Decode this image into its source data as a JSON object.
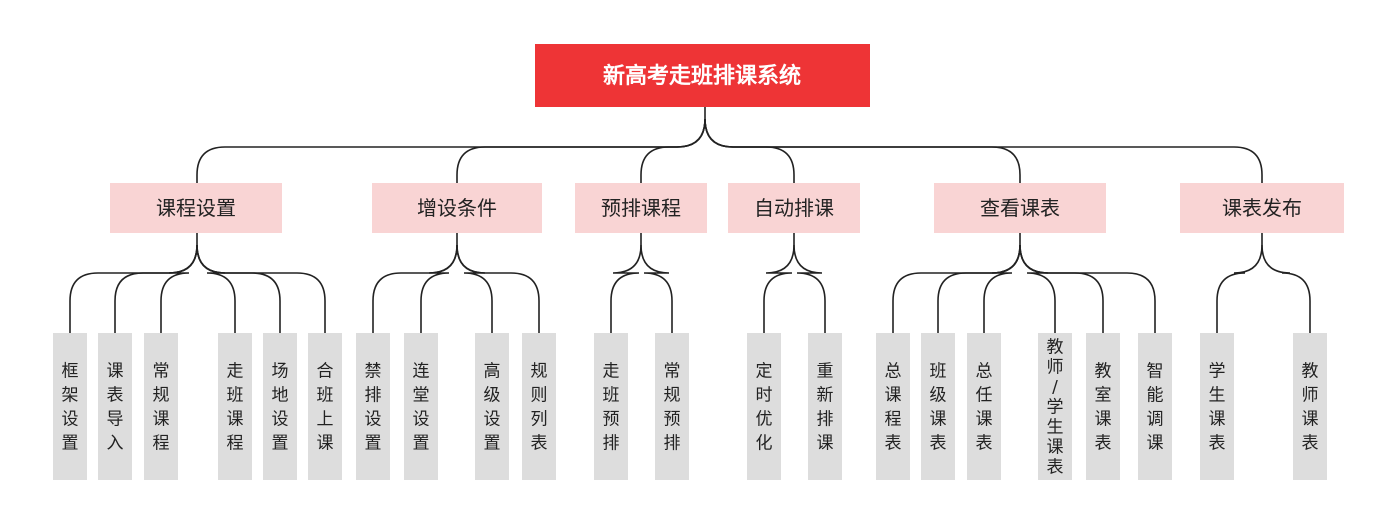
{
  "colors": {
    "root_fill": "#ee3436",
    "category_fill": "#f9d4d4",
    "leaf_fill": "#dddddd",
    "connector": "#222222"
  },
  "root": {
    "label": "新高考走班排课系统"
  },
  "categories": [
    {
      "label": "课程设置",
      "children": [
        "框架设置",
        "课表导入",
        "常规课程",
        "走班课程",
        "场地设置",
        "合班上课"
      ]
    },
    {
      "label": "增设条件",
      "children": [
        "禁排设置",
        "连堂设置",
        "高级设置",
        "规则列表"
      ]
    },
    {
      "label": "预排课程",
      "children": [
        "走班预排",
        "常规预排"
      ]
    },
    {
      "label": "自动排课",
      "children": [
        "定时优化",
        "重新排课"
      ]
    },
    {
      "label": "查看课表",
      "children": [
        "总课程表",
        "班级课表",
        "总任课表",
        "教师/学生课表",
        "教室课表",
        "智能调课"
      ]
    },
    {
      "label": "课表发布",
      "children": [
        "学生课表",
        "教师课表"
      ]
    }
  ]
}
